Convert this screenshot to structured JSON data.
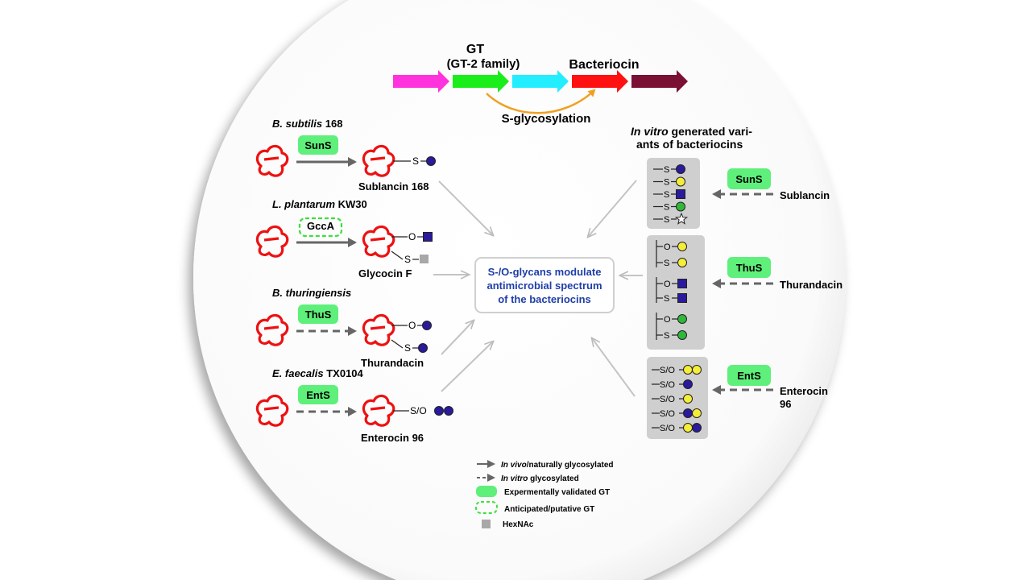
{
  "header": {
    "gt_label": "GT",
    "gt_family": "(GT-2 family)",
    "bacteriocin_label": "Bacteriocin",
    "sglyco_label": "S-glycosylation",
    "gene_colors": [
      "#ff33dd",
      "#1aee1a",
      "#22eeff",
      "#ff1111",
      "#7a1033"
    ]
  },
  "left_panel": [
    {
      "organism_italic": "B. subtilis",
      "organism_rest": " 168",
      "enzyme": "SunS",
      "enzyme_status": "validated",
      "arrow": "in-vivo",
      "product": "Sublancin 168",
      "glycan_links": [
        "S"
      ]
    },
    {
      "organism_italic": "L. plantarum",
      "organism_rest": " KW30",
      "enzyme": "GccA",
      "enzyme_status": "putative",
      "arrow": "in-vivo",
      "product": "Glycocin F",
      "glycan_links": [
        "O",
        "S"
      ]
    },
    {
      "organism_italic": "B. thuringiensis",
      "organism_rest": "",
      "enzyme": "ThuS",
      "enzyme_status": "validated",
      "arrow": "in-vitro",
      "product": "Thurandacin",
      "glycan_links": [
        "O",
        "S"
      ]
    },
    {
      "organism_italic": "E. faecalis",
      "organism_rest": " TX0104",
      "enzyme": "EntS",
      "enzyme_status": "validated",
      "arrow": "in-vitro",
      "product": "Enterocin 96",
      "glycan_links": [
        "S/O"
      ]
    }
  ],
  "center": {
    "line1": "S-/O-glycans modulate",
    "line2": "antimicrobial spectrum",
    "line3": "of the bacteriocins"
  },
  "right_panel": {
    "title_italic": "In vitro",
    "title_rest": " generated vari-",
    "title_line2": "ants of bacteriocins",
    "groups": [
      {
        "enzyme": "SunS",
        "product": "Sublancin",
        "product_line2": "",
        "rows": [
          [
            "S",
            "circle",
            "blue"
          ],
          [
            "S",
            "circle",
            "yellow"
          ],
          [
            "S",
            "square",
            "blue"
          ],
          [
            "S",
            "circle",
            "green"
          ],
          [
            "S",
            "star",
            "white"
          ]
        ]
      },
      {
        "enzyme": "ThuS",
        "product": "Thurandacin",
        "product_line2": "",
        "rows": [
          [
            "O",
            "circle",
            "yellow"
          ],
          [
            "S",
            "circle",
            "yellow"
          ],
          [
            "O",
            "square",
            "blue"
          ],
          [
            "S",
            "square",
            "blue"
          ],
          [
            "O",
            "circle",
            "green"
          ],
          [
            "S",
            "circle",
            "green"
          ]
        ]
      },
      {
        "enzyme": "EntS",
        "product": "Enterocin",
        "product_line2": "96",
        "rows": [
          [
            "S/O",
            "circle2",
            "yellow yellow"
          ],
          [
            "S/O",
            "circle",
            "blue"
          ],
          [
            "S/O",
            "circle",
            "yellow"
          ],
          [
            "S/O",
            "circle2",
            "blue yellow"
          ],
          [
            "S/O",
            "circle2",
            "yellow blue"
          ]
        ]
      }
    ]
  },
  "legend": {
    "invivo_italic": "In vivo",
    "invivo_rest": "/naturally glycosylated",
    "invitro_italic": "In vitro",
    "invitro_rest": " glycosylated",
    "validated": "Expermentally validated GT",
    "putative": "Anticipated/putative GT",
    "hexnac": "HexNAc"
  },
  "colors": {
    "enzyme_green": "#5ef07a",
    "glycan_blue": "#2a1a9c",
    "glycan_yellow": "#f4ee3a",
    "glycan_green": "#2fb83a",
    "hexnac_grey": "#a8a8a8",
    "peptide_red": "#ee1111",
    "center_text_blue": "#1f3fa8",
    "sglyco_arrow_orange": "#f0a020"
  }
}
